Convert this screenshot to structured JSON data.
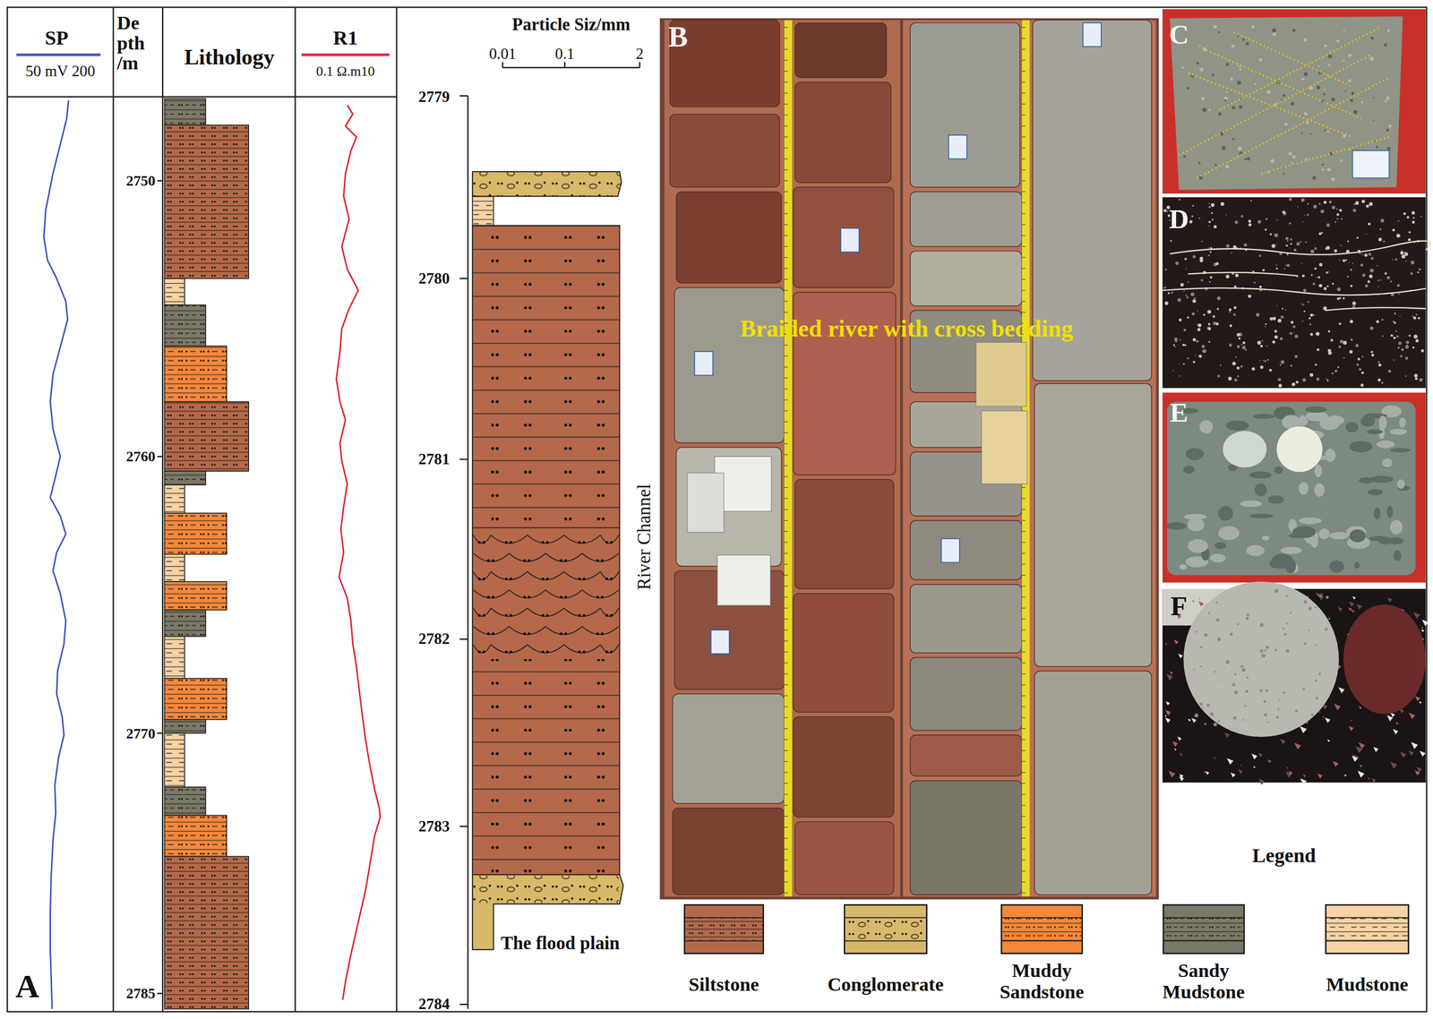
{
  "diagram": {
    "labels": [
      "SP",
      "50 mV 200",
      "De pth /m",
      "Lithology",
      "R1",
      "0.1 Ω.m10",
      "2750",
      "2760",
      "2770",
      "2785",
      "Particle Siz/mm",
      "0.01",
      "0.1",
      "2",
      "2779",
      "2780",
      "2781",
      "2782",
      "2783",
      "2784",
      "River Channel",
      "The flood plain",
      "Braided river with cross bedding",
      "A",
      "B",
      "C",
      "D",
      "E",
      "F",
      "Legend"
    ],
    "legend": [
      {
        "text": "Siltstone",
        "color": "#b5694a"
      },
      {
        "text": "Conglomerate",
        "color": "#d8b86a"
      },
      {
        "text": "Muddy Sandstone",
        "color": "#f4873a"
      },
      {
        "text": "Sandy Mudstone",
        "color": "#7c7866"
      },
      {
        "text": "Mudstone",
        "color": "#f7d2a4"
      }
    ]
  }
}
